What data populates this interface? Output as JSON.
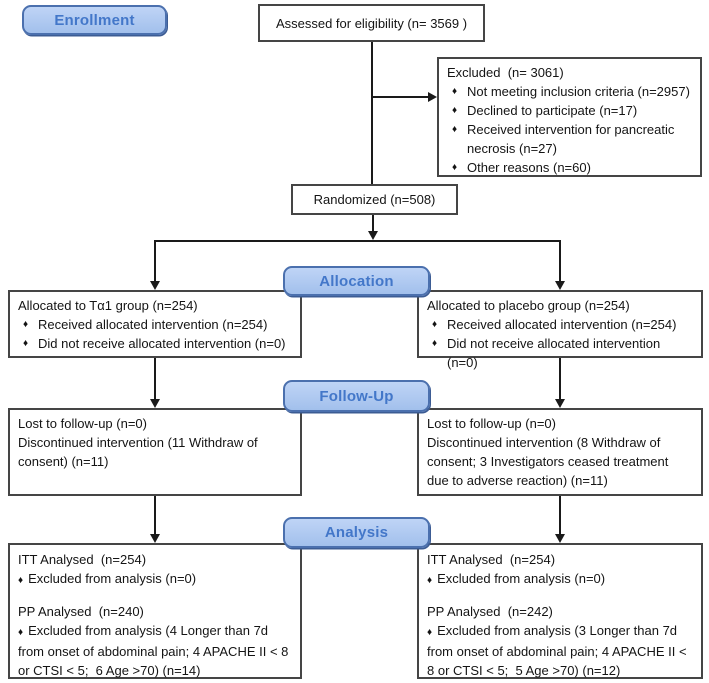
{
  "bullet": "♦",
  "colors": {
    "stage_fill": "#aac5ee",
    "stage_border": "#4b70ae",
    "stage_text": "#4377c9",
    "box_border": "#454545",
    "line": "#1a1a1a"
  },
  "stages": {
    "enrollment": "Enrollment",
    "allocation": "Allocation",
    "follow_up": "Follow-Up",
    "analysis": "Analysis"
  },
  "boxes": {
    "assessed": {
      "text": "Assessed for eligibility (n= 3569 )"
    },
    "excluded": {
      "title": "Excluded  (n= 3061)",
      "items": [
        "Not meeting inclusion criteria (n=2957)",
        "Declined to participate (n=17)",
        "Received intervention for pancreatic necrosis (n=27)",
        "Other reasons (n=60)"
      ]
    },
    "randomized": {
      "text": "Randomized (n=508)"
    },
    "allocation_left": {
      "title": "Allocated to Tα1 group (n=254)",
      "items": [
        "Received allocated intervention (n=254)",
        "Did not receive allocated intervention (n=0)"
      ]
    },
    "allocation_right": {
      "title": "Allocated to placebo group (n=254)",
      "items": [
        "Received allocated intervention (n=254)",
        "Did not receive allocated intervention (n=0)"
      ]
    },
    "followup_left": {
      "lines": [
        "Lost to follow-up (n=0)",
        "Discontinued intervention (11 Withdraw of consent) (n=11)"
      ]
    },
    "followup_right": {
      "lines": [
        "Lost to follow-up (n=0)",
        "Discontinued intervention (8 Withdraw of consent; 3 Investigators ceased treatment due to adverse reaction) (n=11)"
      ]
    },
    "analysis_left": {
      "itt_title": "ITT Analysed  (n=254)",
      "itt_item": "Excluded from analysis (n=0)",
      "pp_title": "PP Analysed  (n=240)",
      "pp_item": "Excluded from analysis (4 Longer than 7d from onset of abdominal pain; 4 APACHE II < 8 or CTSI < 5;  6 Age >70) (n=14)"
    },
    "analysis_right": {
      "itt_title": "ITT Analysed  (n=254)",
      "itt_item": "Excluded from analysis (n=0)",
      "pp_title": "PP Analysed  (n=242)",
      "pp_item": "Excluded from analysis (3 Longer than 7d from onset of abdominal pain; 4 APACHE II < 8 or CTSI < 5;  5 Age >70) (n=12)"
    }
  }
}
